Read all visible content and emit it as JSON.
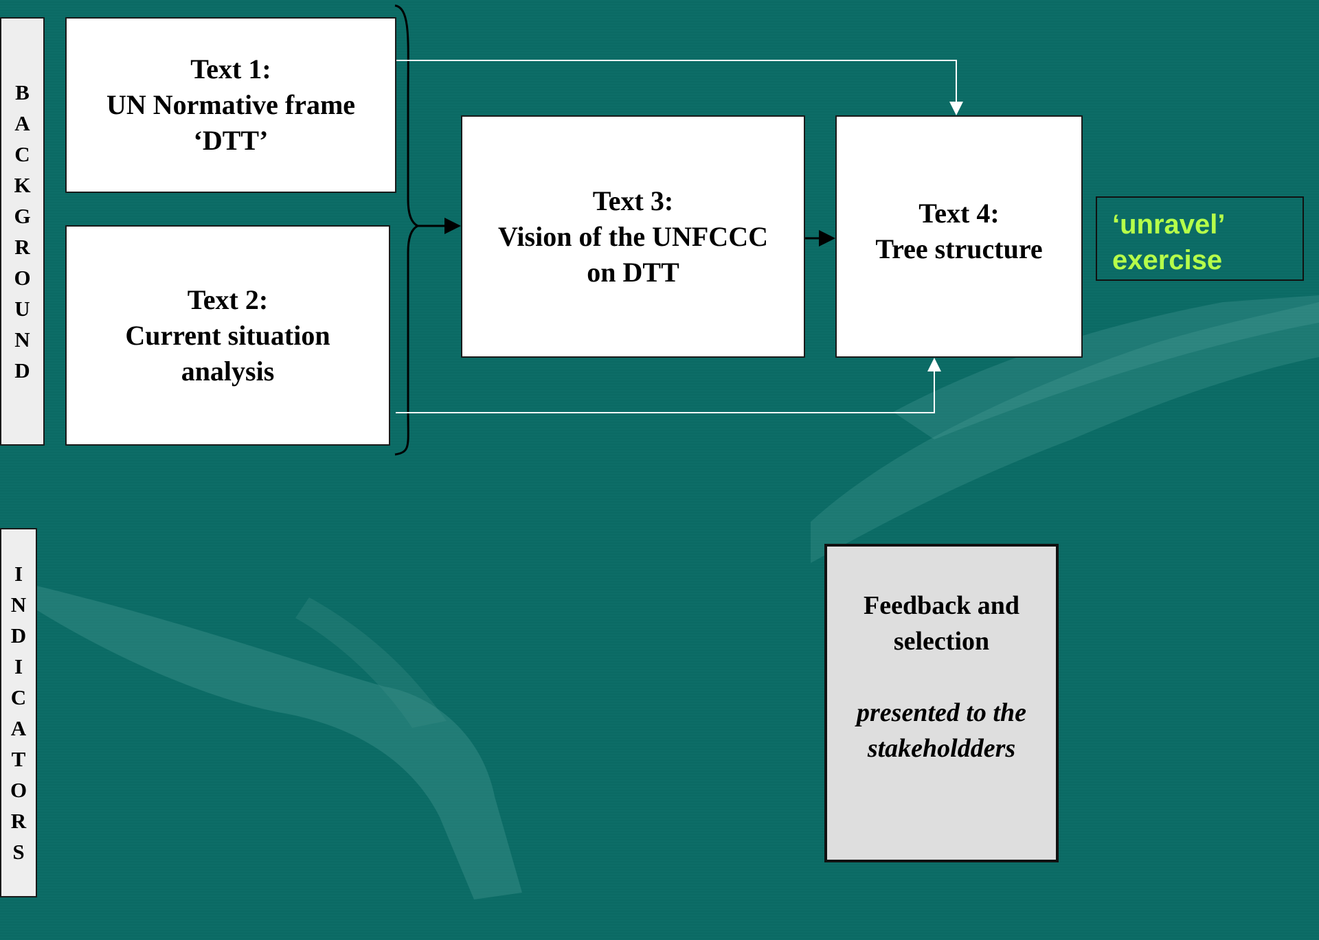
{
  "colors": {
    "background": "#0b6a64",
    "box_fill": "#ffffff",
    "side_fill": "#eeeeee",
    "feedback_fill": "#dedede",
    "accent_text": "#b6ff4a",
    "connector": "#ffffff"
  },
  "side_labels": {
    "background": [
      "B",
      "A",
      "C",
      "K",
      "G",
      "R",
      "O",
      "U",
      "N",
      "D"
    ],
    "indicators": [
      "I",
      "N",
      "D",
      "I",
      "C",
      "A",
      "T",
      "O",
      "R",
      "S"
    ]
  },
  "boxes": {
    "text1": [
      "Text 1:",
      "UN Normative frame",
      "‘DTT’"
    ],
    "text2": [
      "Text 2:",
      "Current situation",
      "analysis"
    ],
    "text3": [
      "Text 3:",
      "Vision of the UNFCCC",
      "on DTT"
    ],
    "text4": [
      "Text 4:",
      "Tree structure"
    ]
  },
  "unravel": [
    "‘unravel’",
    "exercise"
  ],
  "feedback": {
    "heading": [
      "Feedback and",
      "selection"
    ],
    "subtext": [
      "presented to the",
      "stakeholdders"
    ]
  }
}
